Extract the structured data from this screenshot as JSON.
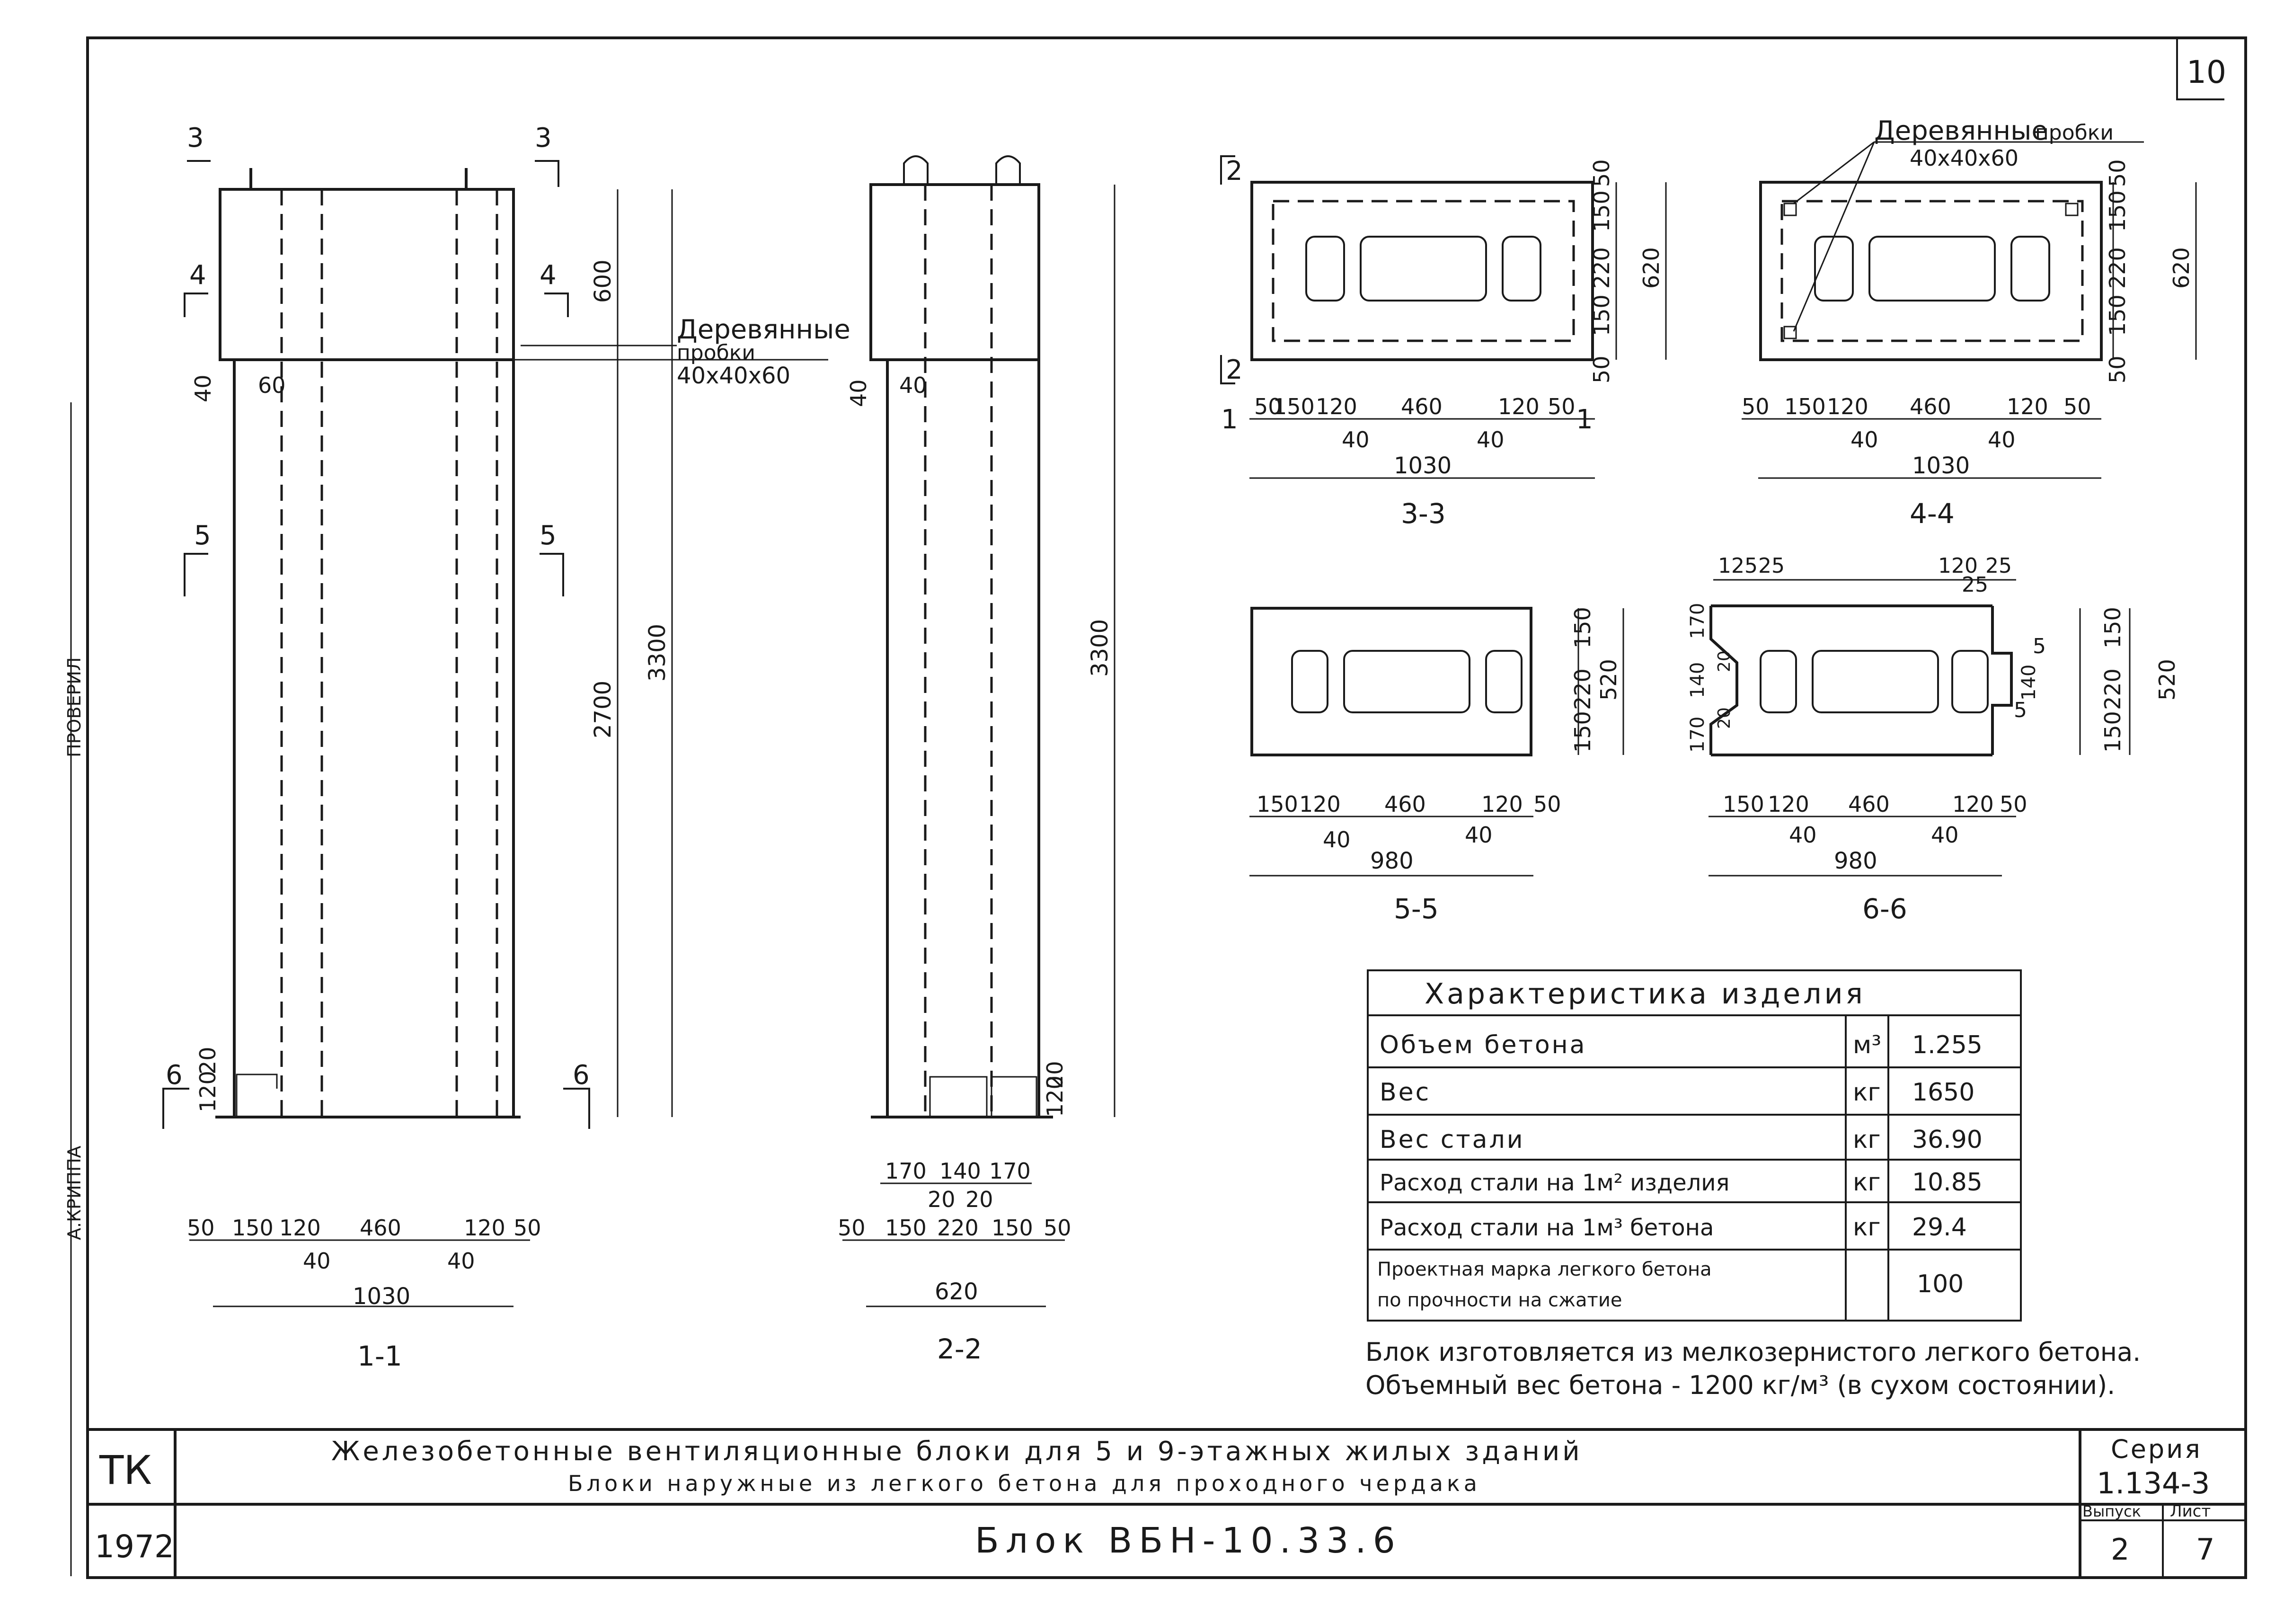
{
  "sheet_number": "10",
  "margin_stamps": [
    "ПРОВЕРИЛ",
    "А.КРИППА"
  ],
  "notes_wooden_plugs": {
    "line1": "Деревянные",
    "line2": "пробки",
    "line3": "40х40х60"
  },
  "section_1_1": {
    "name": "1-1",
    "cut_marks": [
      "3",
      "3",
      "4",
      "4",
      "5",
      "5",
      "6",
      "6"
    ],
    "dims_vertical": [
      "600",
      "2700",
      "3300",
      "40",
      "60",
      "20",
      "120"
    ],
    "dims_bottom": [
      "50",
      "150",
      "120",
      "460",
      "120",
      "50",
      "40",
      "40"
    ],
    "total": "1030"
  },
  "section_2_2": {
    "name": "2-2",
    "dims_vertical": [
      "3300",
      "40",
      "40",
      "20",
      "120"
    ],
    "dims_bottom_upper": [
      "170",
      "140",
      "170",
      "20",
      "20"
    ],
    "dims_bottom": [
      "50",
      "150",
      "220",
      "150",
      "50"
    ],
    "total": "620"
  },
  "section_3_3": {
    "name": "3-3",
    "cut_marks": [
      "2",
      "2",
      "1",
      "1"
    ],
    "dims_right": [
      "50",
      "150",
      "220",
      "150",
      "50"
    ],
    "dim_total_right": "620",
    "dims_bottom": [
      "50",
      "150",
      "120",
      "460",
      "120",
      "50"
    ],
    "dims_inner": [
      "40",
      "40"
    ],
    "total": "1030"
  },
  "section_4_4": {
    "name": "4-4",
    "dims_right": [
      "50",
      "150",
      "220",
      "150",
      "50"
    ],
    "dim_total_right": "620",
    "dims_bottom": [
      "50",
      "150",
      "120",
      "460",
      "120",
      "50"
    ],
    "dims_inner": [
      "40",
      "40"
    ],
    "total": "1030"
  },
  "section_5_5": {
    "name": "5-5",
    "dims_right": [
      "150",
      "220",
      "150"
    ],
    "dim_total_right": "520",
    "dims_bottom": [
      "150",
      "120",
      "460",
      "120",
      "50"
    ],
    "dims_inner": [
      "40",
      "40"
    ],
    "total": "980"
  },
  "section_6_6": {
    "name": "6-6",
    "dims_top": [
      "125",
      "25",
      "120",
      "25",
      "25"
    ],
    "dims_left": [
      "170",
      "140",
      "20",
      "20",
      "170"
    ],
    "dims_right_inner": [
      "5",
      "140",
      "5"
    ],
    "dims_right": [
      "150",
      "220",
      "150"
    ],
    "dim_total_right": "520",
    "dims_bottom": [
      "150",
      "120",
      "460",
      "120",
      "50"
    ],
    "dims_inner": [
      "40",
      "40"
    ],
    "total": "980"
  },
  "characteristics": {
    "title": "Характеристика изделия",
    "rows": [
      {
        "name": "Объем бетона",
        "unit": "м³",
        "value": "1.255"
      },
      {
        "name": "Вес",
        "unit": "кг",
        "value": "1650"
      },
      {
        "name": "Вес стали",
        "unit": "кг",
        "value": "36.90"
      },
      {
        "name": "Расход стали на 1м² изделия",
        "unit": "кг",
        "value": "10.85"
      },
      {
        "name": "Расход стали на 1м³ бетона",
        "unit": "кг",
        "value": "29.4"
      },
      {
        "name": "Проектная марка легкого бетона",
        "name2": "по прочности на сжатие",
        "unit": "",
        "value": "100"
      }
    ]
  },
  "footnote": {
    "line1": "Блок изготовляется из мелкозернистого легкого бетона.",
    "line2": "Объемный вес бетона - 1200 кг/м³ (в сухом состоянии)."
  },
  "title_block": {
    "org": "ТК",
    "year": "1972",
    "title_line1": "Железобетонные вентиляционные блоки для 5 и 9-этажных жилых зданий",
    "title_line2": "Блоки наружные из легкого бетона для проходного чердака",
    "block_name": "Блок ВБН-10.33.6",
    "series_label": "Серия",
    "series_value": "1.134-3",
    "issue_label": "Выпуск",
    "issue_value": "2",
    "sheet_label": "Лист",
    "sheet_value": "7"
  }
}
